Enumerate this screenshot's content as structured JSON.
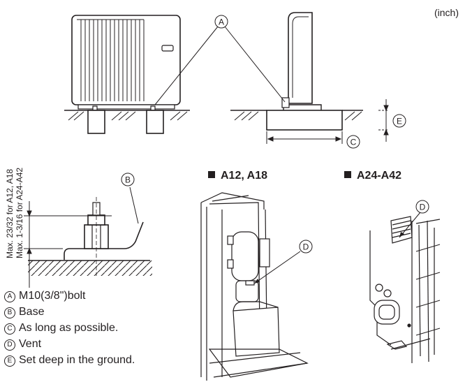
{
  "unit_label": "(inch)",
  "callouts": {
    "a": "A",
    "b": "B",
    "c": "C",
    "d": "D",
    "e": "E"
  },
  "dimension_labels": {
    "line1": "Max. 23/32 for A12, A18",
    "line2": "Max. 1-3/16 for A24-A42"
  },
  "sections": [
    {
      "label": "A12, A18"
    },
    {
      "label": "A24-A42"
    }
  ],
  "legend": [
    {
      "symbol": "A",
      "text": "M10(3/8\")bolt"
    },
    {
      "symbol": "B",
      "text": "Base"
    },
    {
      "symbol": "C",
      "text": "As long as possible."
    },
    {
      "symbol": "D",
      "text": "Vent"
    },
    {
      "symbol": "E",
      "text": "Set deep in the ground."
    }
  ]
}
